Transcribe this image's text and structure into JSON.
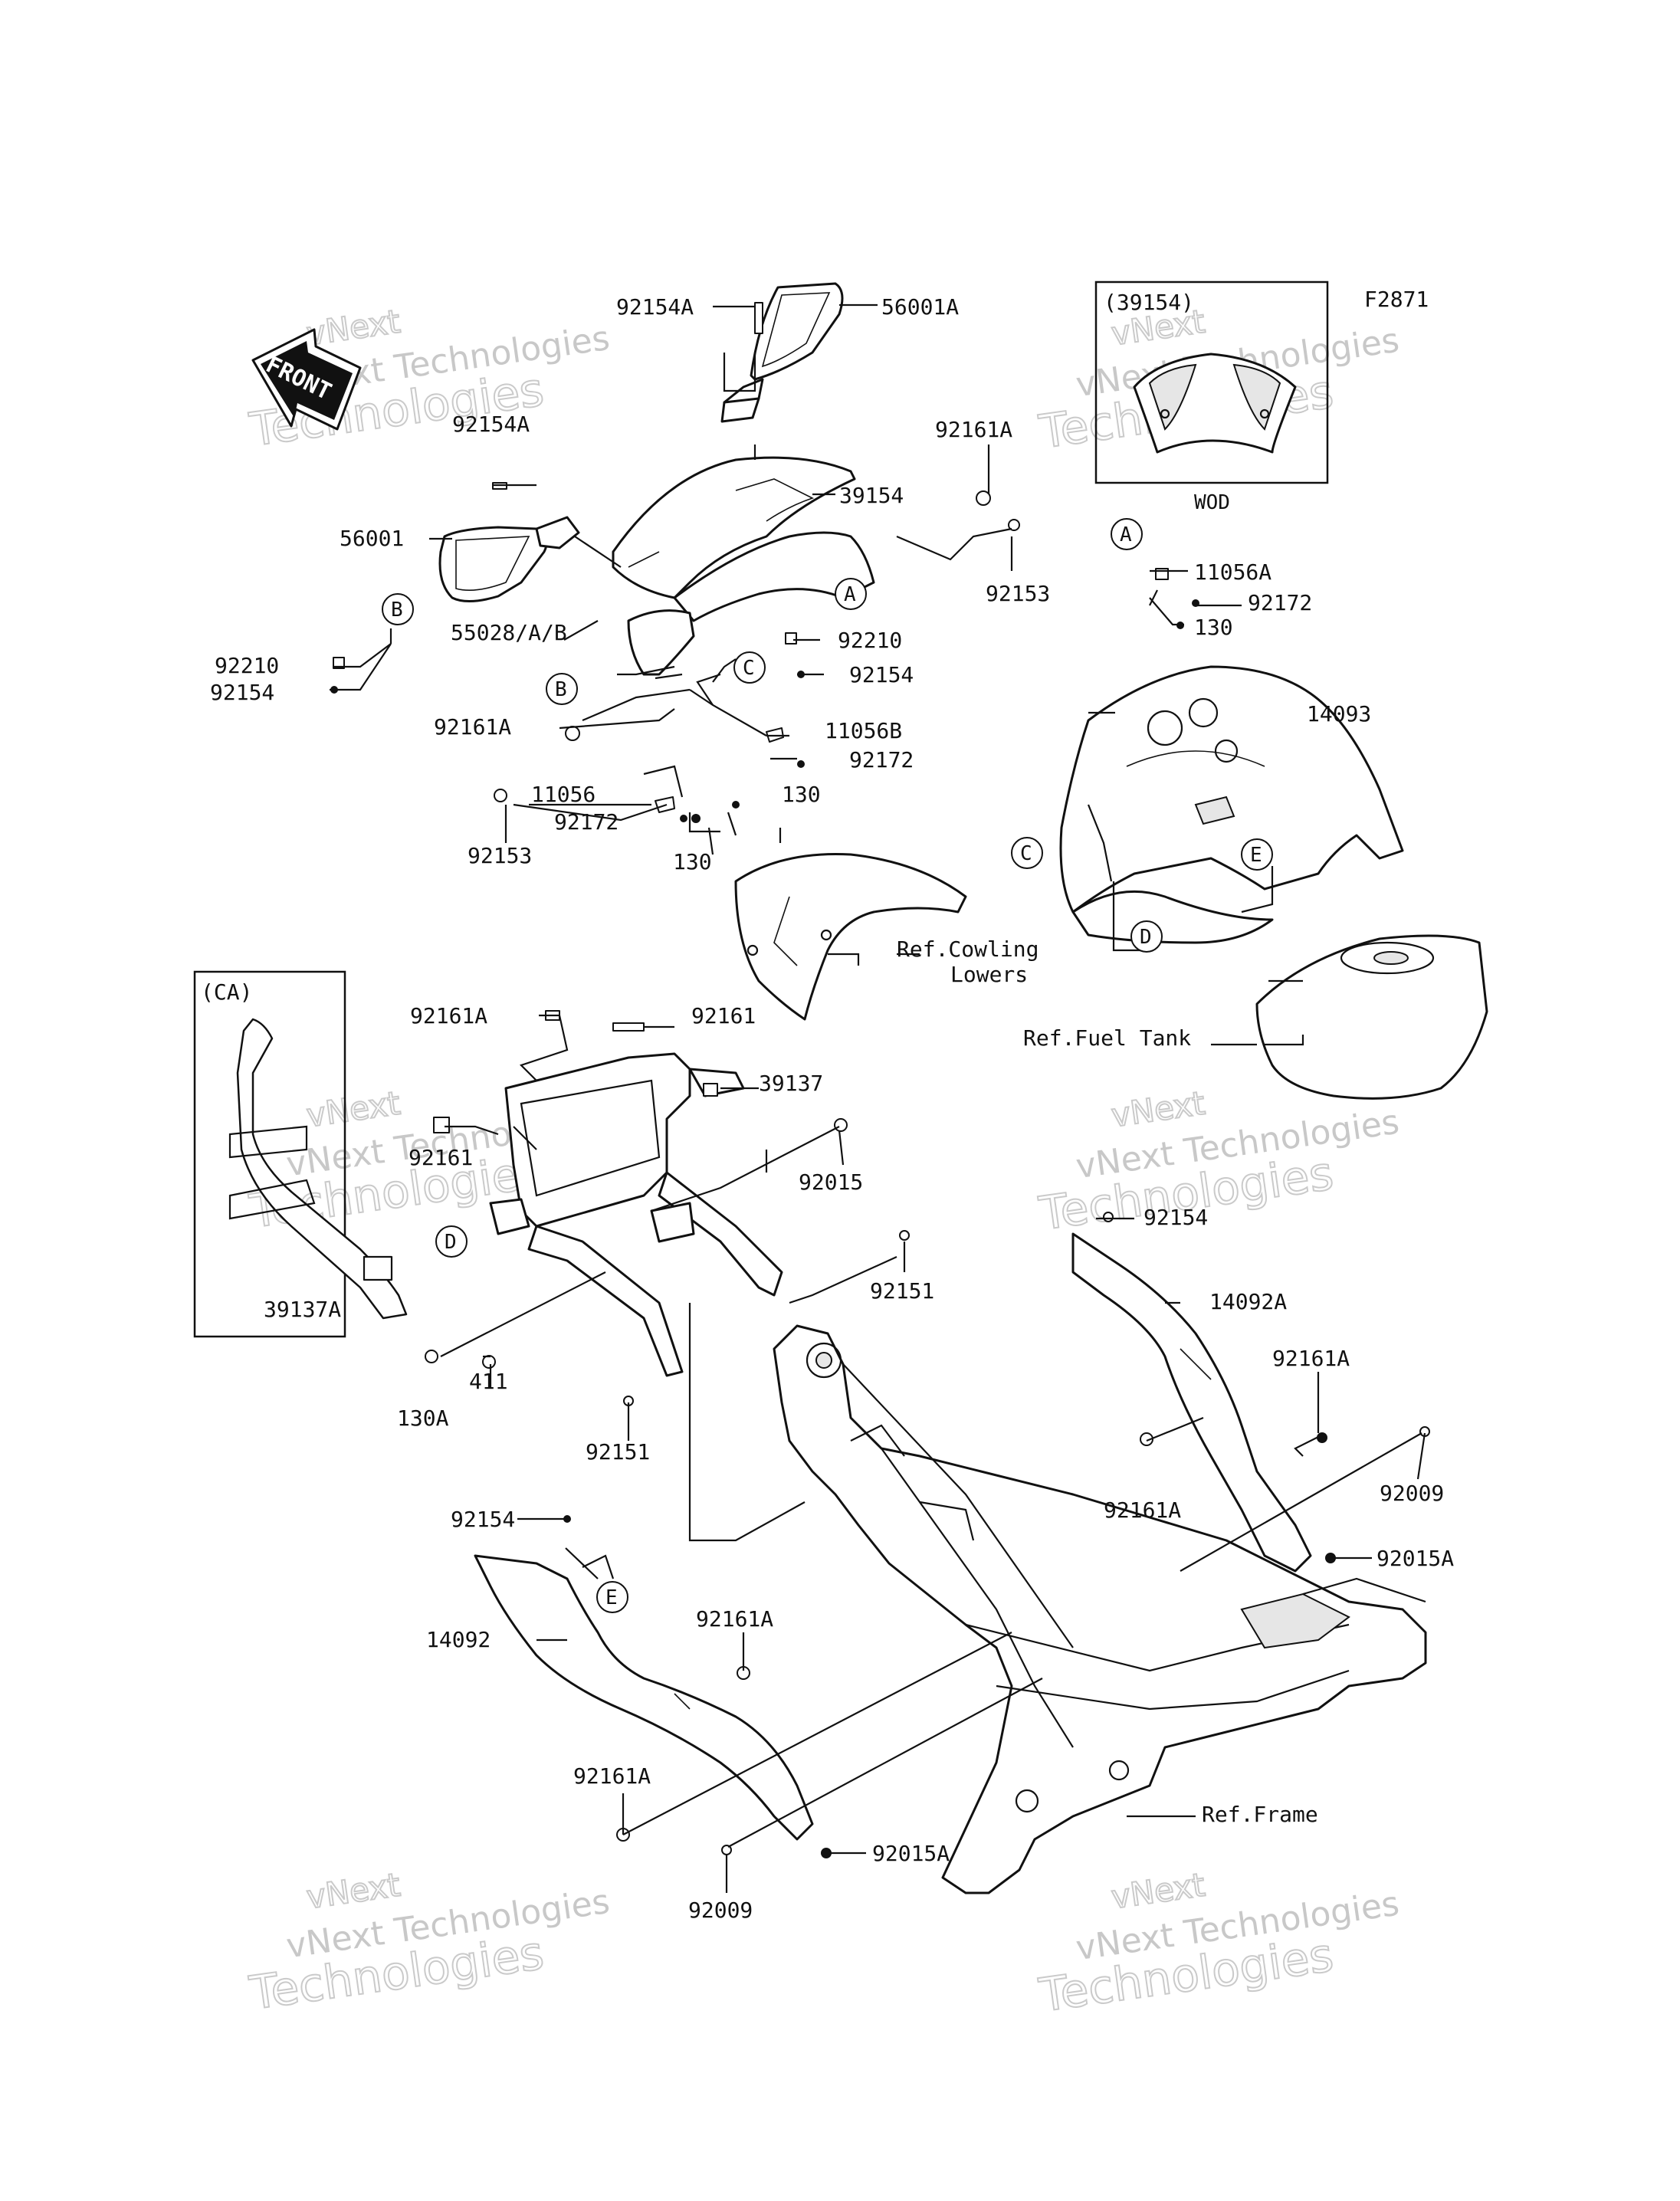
{
  "diagram_code": "F2871",
  "front_badge": "FRONT",
  "watermark": {
    "line1": "vNext",
    "line2": "vNext Technologies",
    "line3": "Technologies"
  },
  "inset_39154": {
    "header": "(39154)",
    "footer": "WOD"
  },
  "inset_ca": {
    "header": "(CA)",
    "part": "39137A"
  },
  "parts": {
    "p92154A_top": "92154A",
    "p56001A": "56001A",
    "p92154A_left": "92154A",
    "p39154": "39154",
    "p56001": "56001",
    "p92161A_upper": "92161A",
    "p92153_right": "92153",
    "p11056A": "11056A",
    "p92172_right": "92172",
    "p130_right": "130",
    "p55028": "55028/A/B",
    "p92210_right": "92210",
    "p92154_mid": "92154",
    "p92210_left": "92210",
    "p92154_left": "92154",
    "p92161A_left": "92161A",
    "p11056B": "11056B",
    "p92172_mid": "92172",
    "p11056": "11056",
    "p130_mid": "130",
    "p92172_left": "92172",
    "p92153_left": "92153",
    "p130_low": "130",
    "p14093": "14093",
    "ref_cowling_1": "Ref.Cowling",
    "ref_cowling_2": "Lowers",
    "ref_fuel_tank": "Ref.Fuel Tank",
    "p92161A_bracket": "92161A",
    "p92161": "92161",
    "p39137": "39137",
    "p92161_left": "92161",
    "p92015": "92015",
    "p92151_right": "92151",
    "p92154_panel": "92154",
    "p14092A": "14092A",
    "p411": "411",
    "p130A": "130A",
    "p92151_low": "92151",
    "p92161A_r1": "92161A",
    "p92161A_r2": "92161A",
    "p92009_right": "92009",
    "p92015A_right": "92015A",
    "p92154_low": "92154",
    "p14092": "14092",
    "p92161A_c": "92161A",
    "p92161A_d": "92161A",
    "p92009_low": "92009",
    "p92015A_low": "92015A",
    "ref_frame": "Ref.Frame"
  },
  "callouts": {
    "A1": "A",
    "A2": "A",
    "B1": "B",
    "B2": "B",
    "C1": "C",
    "C2": "C",
    "D1": "D",
    "D2": "D",
    "E1": "E",
    "E2": "E"
  }
}
